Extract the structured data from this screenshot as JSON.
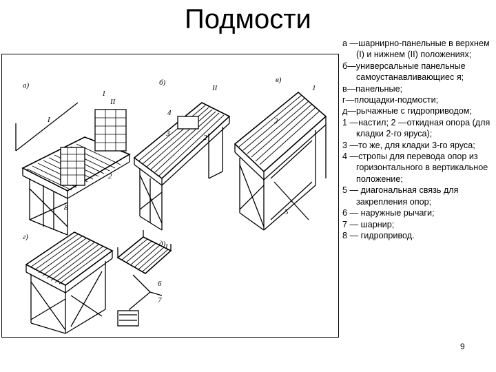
{
  "slide": {
    "title": "Подмости",
    "page_number": "9"
  },
  "legend": [
    "а —шарнирно-панельные в верхнем (I) и нижнем (II) положениях;",
    "б—универсальные панельные самоустанавливающиес я;",
    "в—панельные;",
    "г—площадки-подмости;",
    "д—рычажные с гидроприводом;",
    "1 —настил; 2 —откидная опора (для кладки 2-го яруса);",
    "3 —то же, для кладки 3-го яруса;",
    "4 —стропы для перевода опор из горизонтального в вертикальное положение;",
    "5 — диагональная связь для закрепления опор;",
    "6 — наружные рычаги;",
    "7 — шарнир;",
    "8 — гидропривод."
  ],
  "figure_labels": {
    "a": "а)",
    "b": "б)",
    "v": "в)",
    "g": "г)",
    "d": "д)",
    "roman_1": "I",
    "roman_2": "II",
    "n1": "1",
    "n2": "2",
    "n3": "3",
    "n4": "4",
    "n5": "5",
    "n6": "6",
    "n7": "7",
    "n8": "8"
  }
}
